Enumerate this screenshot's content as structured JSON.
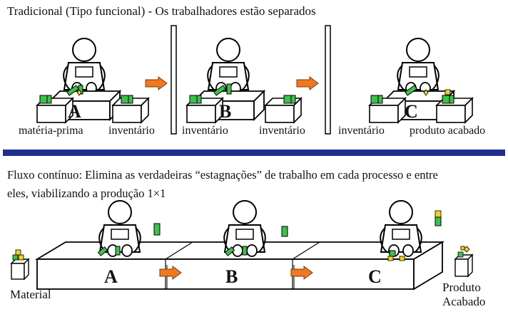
{
  "top": {
    "title": "Tradicional (Tipo funcional) - Os trabalhadores estão separados",
    "stations": [
      {
        "letter": "A",
        "left_label": "matéria-prima",
        "right_label": "inventário"
      },
      {
        "letter": "B",
        "left_label": "inventário",
        "right_label": "inventário"
      },
      {
        "letter": "C",
        "left_label": "inventário",
        "right_label": "produto acabado"
      }
    ]
  },
  "bottom": {
    "line1": "Fluxo contínuo: Elimina as verdadeiras “estagnações” de trabalho em cada processo e entre",
    "line2": "eles, viabilizando a produção 1×1",
    "stations": [
      "A",
      "B",
      "C"
    ],
    "material_label": "Material",
    "finished_line1": "Produto",
    "finished_line2": "Acabado"
  },
  "colors": {
    "divider": "#1f2f8f",
    "arrow": "#f07820",
    "part_green": "#3cc24a",
    "part_yellow": "#f2d21e"
  }
}
